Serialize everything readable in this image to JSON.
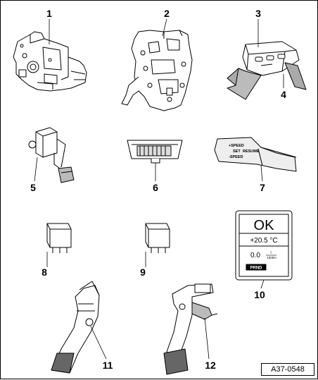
{
  "figure_id": "A37-0548",
  "items": [
    {
      "number": "1"
    },
    {
      "number": "2"
    },
    {
      "number": "3"
    },
    {
      "number": "4"
    },
    {
      "number": "5"
    },
    {
      "number": "6"
    },
    {
      "number": "7"
    },
    {
      "number": "8"
    },
    {
      "number": "9"
    },
    {
      "number": "10"
    },
    {
      "number": "11"
    },
    {
      "number": "12"
    }
  ],
  "cruise_stalk": {
    "line1": "+SPEED",
    "line2": "SET",
    "line2b": "RESUME",
    "line3": "-SPEED"
  },
  "display": {
    "status": "OK",
    "temperature": "+20.5 °C",
    "consumption": "0.0",
    "consumption_unit_top": "l",
    "consumption_unit_bottom": "100km",
    "gear_indicator": "PRND"
  }
}
